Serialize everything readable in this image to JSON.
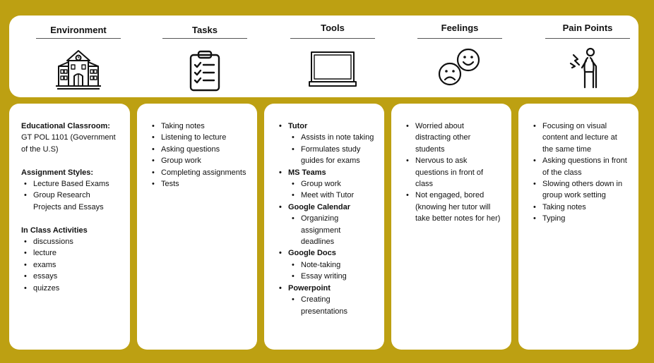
{
  "header": {
    "columns": [
      {
        "title": "Environment",
        "icon": "school-building-icon"
      },
      {
        "title": "Tasks",
        "icon": "clipboard-checklist-icon"
      },
      {
        "title": "Tools",
        "icon": "laptop-icon"
      },
      {
        "title": "Feelings",
        "icon": "happy-sad-faces-icon"
      },
      {
        "title": "Pain Points",
        "icon": "person-with-cane-pain-icon"
      }
    ]
  },
  "environment": {
    "classroom_label": "Educational Classroom:",
    "classroom_value": "GT POL 1101 (Government of the U.S)",
    "assignment_label": "Assignment Styles:",
    "assignment_items": [
      "Lecture Based Exams",
      "Group Research Projects and Essays"
    ],
    "activities_label": "In Class Activities",
    "activities_items": [
      "discussions",
      "lecture",
      "exams",
      "essays",
      "quizzes"
    ]
  },
  "tasks": {
    "items": [
      "Taking notes",
      "Listening to lecture",
      "Asking questions",
      "Group work",
      "Completing assignments",
      "Tests"
    ]
  },
  "tools": {
    "groups": [
      {
        "name": "Tutor",
        "items": [
          "Assists in note taking",
          "Formulates study guides for exams"
        ]
      },
      {
        "name": "MS Teams",
        "items": [
          "Group work",
          "Meet with Tutor"
        ]
      },
      {
        "name": "Google Calendar",
        "items": [
          "Organizing assignment deadlines"
        ]
      },
      {
        "name": "Google Docs",
        "items": [
          "Note-taking",
          "Essay writing"
        ]
      },
      {
        "name": "Powerpoint",
        "items": [
          "Creating presentations"
        ]
      }
    ]
  },
  "feelings": {
    "items": [
      "Worried about distracting other students",
      "Nervous to ask questions in front of class",
      "Not engaged, bored (knowing her tutor will take better notes for her)"
    ]
  },
  "pain_points": {
    "items": [
      "Focusing on visual content and lecture at the same time",
      "Asking questions in front of the class",
      "Slowing others down in group work setting",
      "Taking notes",
      "Typing"
    ]
  }
}
